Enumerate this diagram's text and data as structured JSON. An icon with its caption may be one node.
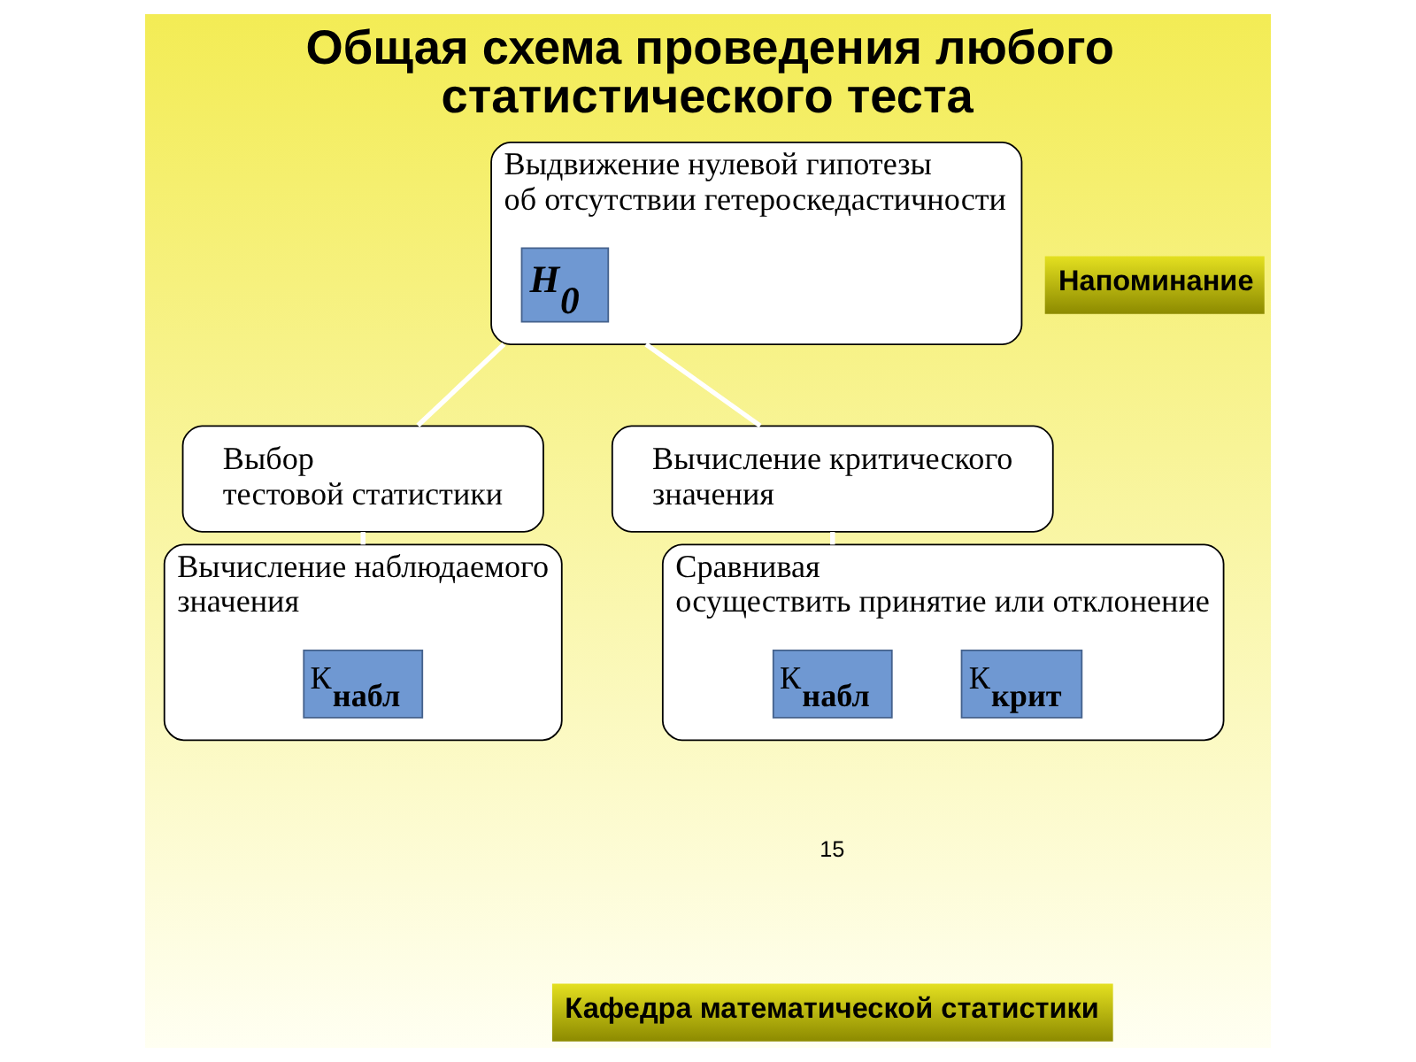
{
  "diagram": {
    "title": "Общая схема проведения любого статистического теста",
    "nodes": [
      {
        "text": [
          "Выдвижение нулевой гипотезы об отсутствии гетероскедастичности"
        ]
      },
      {
        "text": [
          "H$_{0}$"
        ],
        "in": 0
      },
      {
        "text": [
          "Выбор тестовой статистики"
        ]
      },
      {
        "text": [
          "Вычисление критического значения"
        ]
      },
      {
        "text": [
          "Вычисление наблюдаемого значения"
        ]
      },
      {
        "text": [
          "К$_{набл}$"
        ],
        "in": 4
      },
      {
        "text": [
          "Сравнивая осуществить принятие или отклонение"
        ]
      },
      {
        "text": [
          "К$_{набл}$"
        ],
        "in": 6
      },
      {
        "text": [
          "К$_{крит}$"
        ],
        "in": 6
      }
    ],
    "edges": [
      {
        "from": 0,
        "to": 2,
        "arrow": "none",
        "color": "#ffffff"
      },
      {
        "from": 0,
        "to": 3,
        "arrow": "none",
        "color": "#ffffff"
      },
      {
        "from": 2,
        "to": 4,
        "arrow": "none",
        "color": "#ffffff"
      },
      {
        "from": 3,
        "to": 6,
        "arrow": "none",
        "color": "#ffffff"
      }
    ],
    "labels": [
      "Напоминание",
      "15",
      "Кафедра математической статистики"
    ]
  }
}
